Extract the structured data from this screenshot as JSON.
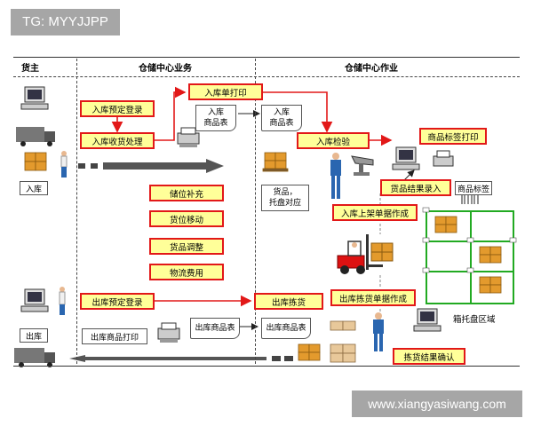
{
  "watermarks": {
    "top_left": "TG: MYYJJPP",
    "bottom_right": "www.xiangyasiwang.com"
  },
  "headers": {
    "cargo_owner": "货主",
    "wh_business": "仓储中心业务",
    "wh_operation": "仓储中心作业"
  },
  "owner": {
    "inbound_label": "入库",
    "outbound_label": "出库"
  },
  "business": {
    "inbound_prebook": "入库预定登录",
    "inbound_receipt": "入库收货处理",
    "inbound_print": "入库单打印",
    "inbound_doc": [
      "入库",
      "商品表"
    ],
    "replenish": "储位补充",
    "move": "货位移动",
    "adjust": "货品调整",
    "fee": "物流费用",
    "outbound_prebook": "出库预定登录",
    "outbound_print": "出库商品打印",
    "outbound_doc": "出库商品表"
  },
  "operation": {
    "inbound_doc": [
      "入库",
      "商品表"
    ],
    "inbound_check": "入库检验",
    "label_print": "商品标签打印",
    "goods_entry": "货品结果录入",
    "product_label": "商品标签",
    "pallet_match": [
      "货品，",
      "托盘对应"
    ],
    "shelf_order": "入库上架单据作成",
    "outbound_pick": "出库拣货",
    "pick_order": "出库拣货单据作成",
    "outbound_doc": "出库商品表",
    "pallet_area": "箱托盘区域",
    "pick_confirm": "拣货结果确认"
  },
  "colors": {
    "accent_red": "#e21818",
    "box_fill": "#ffff99",
    "rack_green": "#22aa22",
    "box_orange": "#e39a2d"
  }
}
